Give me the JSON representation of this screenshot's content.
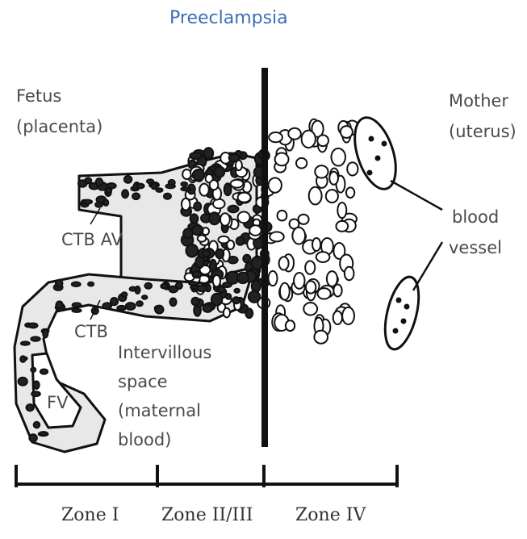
{
  "title": "Preeclampsia",
  "labels": {
    "fetus_line1": "Fetus",
    "fetus_line2": "(placenta)",
    "mother_line1": "Mother",
    "mother_line2": "(uterus)",
    "blood_line1": "blood",
    "blood_line2": "vessel",
    "ctb_av": "CTB AV",
    "ctb": "CTB",
    "fv": "FV",
    "intervillous_line1": "Intervillous",
    "intervillous_line2": "space",
    "intervillous_line3": "(maternal",
    "intervillous_line4": "blood)"
  },
  "zones": {
    "zone1": "Zone I",
    "zone2": "Zone II/III",
    "zone3": "Zone IV"
  },
  "colors": {
    "title": "#3b6fb5",
    "text": "#4a4a4a",
    "ink": "#111111"
  }
}
